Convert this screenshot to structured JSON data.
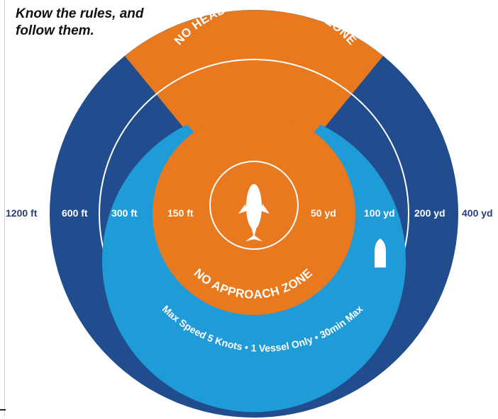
{
  "caption": {
    "line1": "Know the rules, and",
    "line2": "follow them."
  },
  "zones": {
    "no_head_on": "NO HEAD-ON APPROACH ZONE",
    "no_approach": "NO APPROACH ZONE",
    "rules": "Max Speed 5 Knots • 1 Vessel Only • 30min Max"
  },
  "distances": {
    "ft_1200": "1200 ft",
    "ft_600": "600 ft",
    "ft_300": "300 ft",
    "ft_150": "150 ft",
    "yd_50": "50 yd",
    "yd_100": "100 yd",
    "yd_200": "200 yd",
    "yd_400": "400 yd"
  },
  "icons": {
    "whale": "whale-icon",
    "boat": "boat-icon"
  },
  "colors": {
    "outer_ring": "#214d8e",
    "middle_ring": "#1f9bd7",
    "zone_orange": "#e8791f",
    "label_outer": "#2a3d7a",
    "white": "#ffffff"
  }
}
